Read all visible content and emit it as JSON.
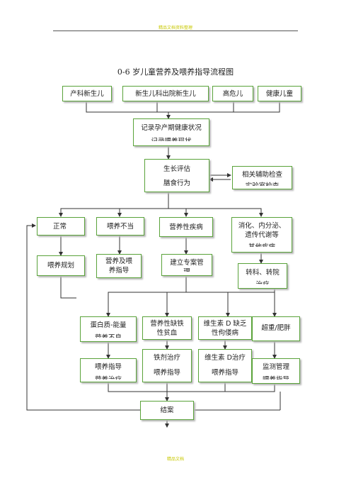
{
  "header": {
    "top_text": "精品文档资料整理",
    "bottom_text": "精品文档"
  },
  "title": "0-6 岁儿童营养及喂养指导流程图",
  "row1": [
    "产科新生儿",
    "新生儿科出院新生儿",
    "高危儿",
    "健康儿童"
  ],
  "record": {
    "line1": "记录孕产期健康状况",
    "line2": "记录喂养现状"
  },
  "assess": {
    "line1": "生长评估",
    "line2": "膳食行为"
  },
  "aux": {
    "line1": "相关辅助检查",
    "line2": "实验室检查"
  },
  "row3": {
    "normal": "正常",
    "improper": "喂养不当",
    "disease": "营养性疾病",
    "other_line1": "消化、内分泌、",
    "other_line2": "遗传代谢等",
    "other_line3": "其他疾病"
  },
  "row4": {
    "plan": "喂养规划",
    "guide_line1": "营养及喂",
    "guide_line2": "养指导",
    "case_line1": "建立专案管",
    "case_line2": "理",
    "referral_line1": "转科、转院",
    "referral_line2": "治疗"
  },
  "row5": {
    "protein_line1": "蛋白质-能量",
    "protein_line2": "营养不良",
    "iron_line1": "营养性缺铁",
    "iron_line2": "性贫血",
    "vitd_line1": "维生素 D 缺乏",
    "vitd_line2": "性佝偻病",
    "obese": "超重/肥胖"
  },
  "row6": {
    "feed_line1": "喂养指导",
    "feed_line2": "营养治疗",
    "iron_line1": "铁剂治疗",
    "iron_line2": "喂养指导",
    "vitd_line1": "维生素 D治疗",
    "vitd_line2": "喂养指导",
    "monitor_line1": "监测管理",
    "monitor_line2": "喂养指导"
  },
  "end": "结案"
}
